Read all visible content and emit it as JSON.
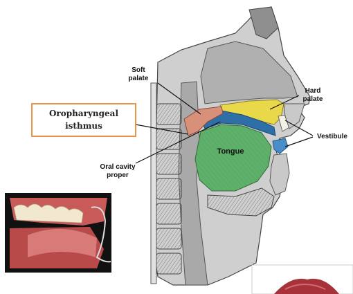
{
  "labels": {
    "soft_palate": [
      "Soft",
      "palate"
    ],
    "hard_palate": [
      "Hard",
      "palate"
    ],
    "vestibule": "Vestibule",
    "tongue": "Tongue",
    "oral_cavity_proper": [
      "Oral cavity",
      "proper"
    ],
    "oropharyngeal_isthmus": [
      "Oropharyngeal",
      "isthmus"
    ]
  },
  "colors": {
    "callout_border": "#e9954a",
    "soft_palate": "#d9907a",
    "hard_palate": "#e8d84a",
    "oral_cavity": "#2f6fa8",
    "tongue": "#5fb06a",
    "vestibule": "#4a8ec9",
    "bone_gray": "#9a9a9a",
    "photo_frame": "#111111",
    "gum": "#c85a5a",
    "teeth": "#f2e8cf"
  },
  "inset_photos": [
    {
      "name": "teeth-photo",
      "description_visible": false
    },
    {
      "name": "lips-photo",
      "description_visible": false
    }
  ]
}
